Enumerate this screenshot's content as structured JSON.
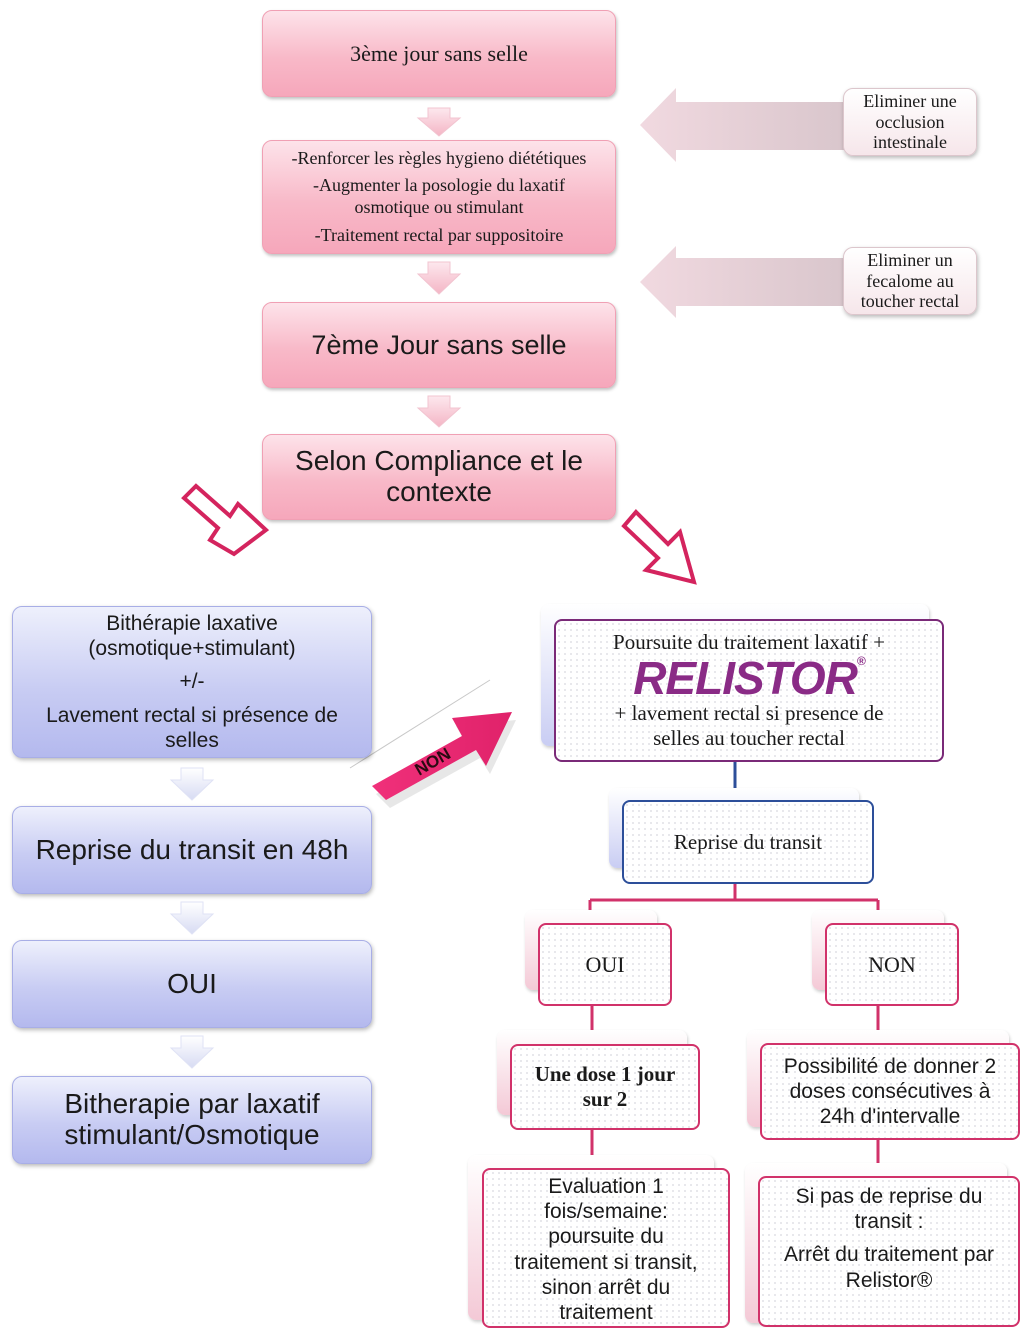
{
  "top": {
    "box1": "3ème jour sans selle",
    "box2_lines": [
      "-Renforcer les règles hygieno diététiques",
      "-Augmenter la posologie du laxatif",
      "osmotique ou stimulant",
      "-Traitement rectal par suppositoire"
    ],
    "box3": "7ème Jour sans selle",
    "box4_lines": [
      "Selon Compliance et le",
      "contexte"
    ]
  },
  "side": {
    "occlusion_lines": [
      "Eliminer une",
      "occlusion",
      "intestinale"
    ],
    "fecalome_lines": [
      "Eliminer un",
      "fecalome au",
      "toucher rectal"
    ]
  },
  "left": {
    "bitherapie_lines": [
      "Bithérapie laxative",
      "(osmotique+stimulant)",
      "+/-",
      "Lavement rectal si présence de",
      "selles"
    ],
    "reprise": "Reprise du transit en 48h",
    "oui": "OUI",
    "final_lines": [
      "Bitherapie par laxatif",
      "stimulant/Osmotique"
    ]
  },
  "non_arrow": "NON",
  "right": {
    "poursuite_line1": "Poursuite du traitement laxatif +",
    "relistor": "RELISTOR",
    "relistor_reg": "®",
    "poursuite_lines": [
      "+ lavement rectal si presence de",
      "selles au toucher rectal"
    ],
    "reprise": "Reprise du transit",
    "oui": "OUI",
    "non": "NON",
    "dose_lines": [
      "Une dose 1 jour",
      "sur 2"
    ],
    "possibilite_lines": [
      "Possibilité de  donner 2",
      "doses consécutives à",
      "24h d'intervalle"
    ],
    "evaluation_lines": [
      "Evaluation 1",
      "fois/semaine:",
      "poursuite du",
      "traitement si transit,",
      "sinon arrêt du",
      "traitement"
    ],
    "sipas_lines": [
      "Si pas de reprise du",
      "transit :",
      "Arrêt du traitement par",
      "Relistor®"
    ]
  },
  "colors": {
    "pink_fill": "#f8b9c8",
    "pink_border": "#d1326a",
    "blue_fill": "#c8ccf3",
    "blue_border": "#2d4f9a",
    "purple": "#8a2b86",
    "arrow_magenta": "#e8246e"
  }
}
